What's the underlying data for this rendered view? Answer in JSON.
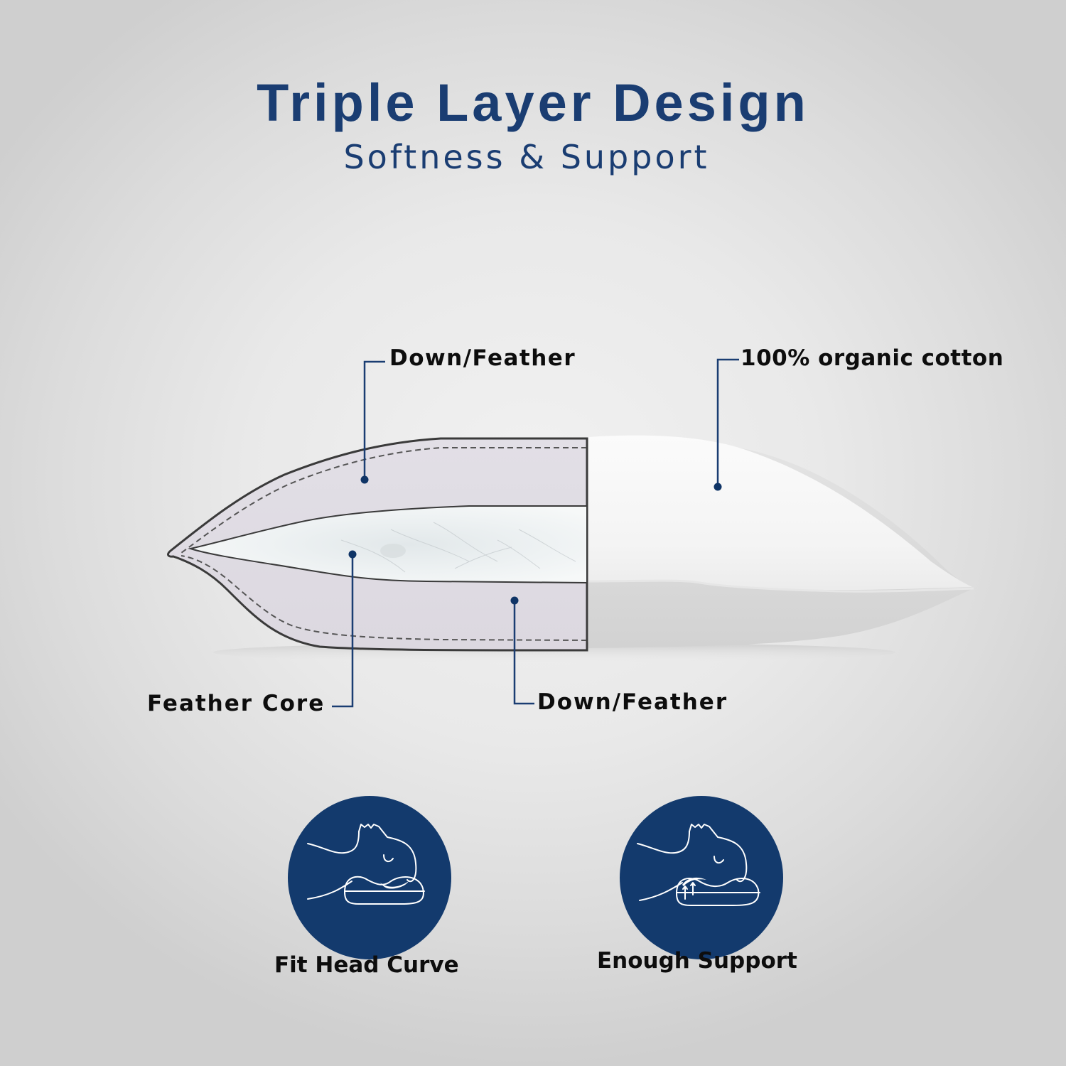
{
  "header": {
    "title": "Triple Layer Design",
    "subtitle": "Softness & Support"
  },
  "diagram": {
    "callouts": [
      {
        "id": "top-layer",
        "label": "Down/Feather"
      },
      {
        "id": "shell",
        "label": "100% organic cotton"
      },
      {
        "id": "core",
        "label": "Feather Core"
      },
      {
        "id": "bottom-layer",
        "label": "Down/Feather"
      }
    ]
  },
  "features": [
    {
      "label": "Fit Head Curve",
      "icon": "head-on-contour-pillow-icon"
    },
    {
      "label": "Enough Support",
      "icon": "head-support-arrows-icon"
    }
  ],
  "colors": {
    "brand_navy": "#1a3d72",
    "circle_navy": "#133a6d",
    "label_text": "#0d0d0d",
    "background": "#e6e6e6"
  }
}
